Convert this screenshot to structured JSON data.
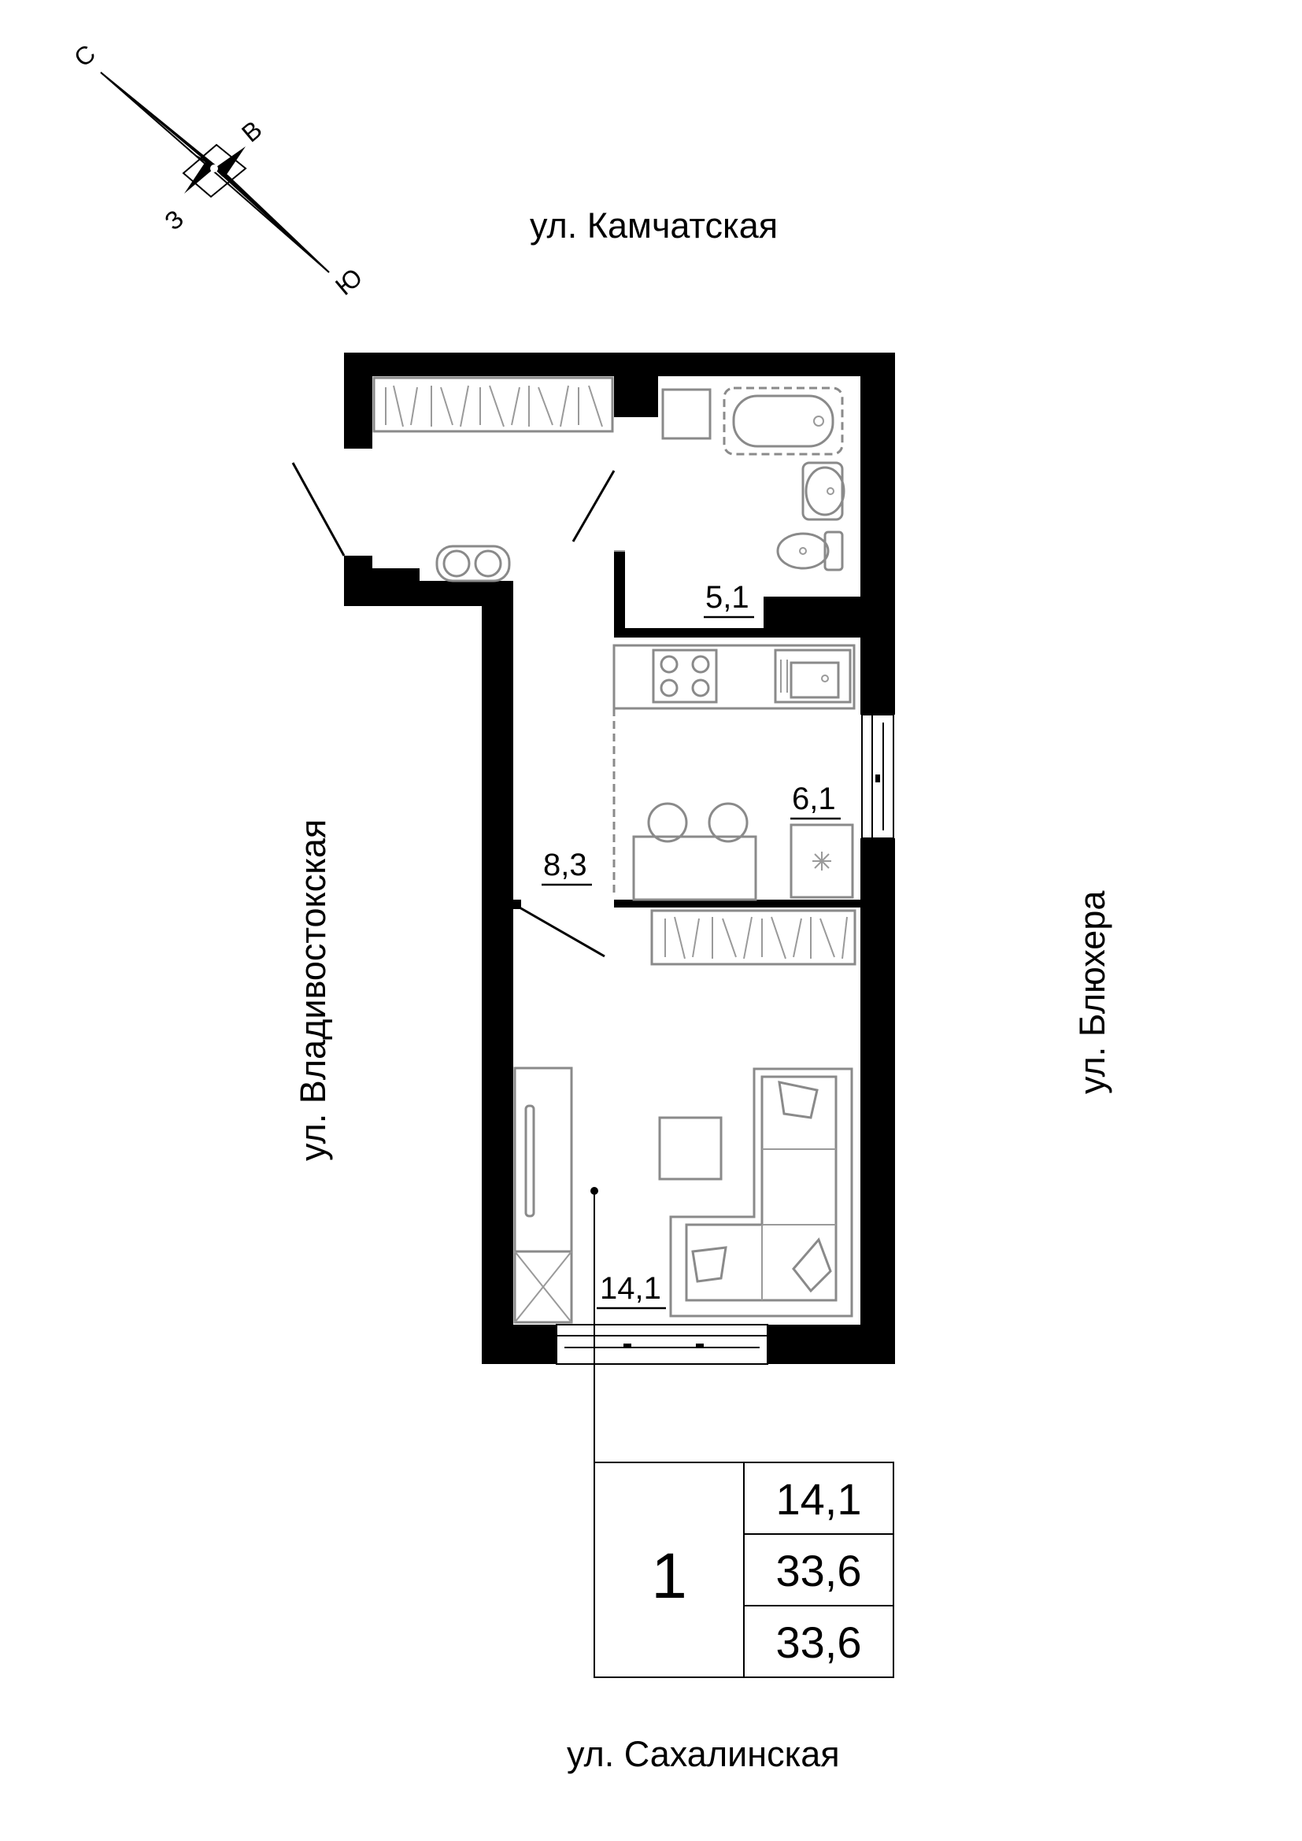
{
  "compass": {
    "north": "С",
    "east": "В",
    "west": "З",
    "south": "Ю"
  },
  "streets": {
    "top": "ул. Камчатская",
    "left": "ул. Владивостокская",
    "right": "ул. Блюхера",
    "bottom": "ул. Сахалинская"
  },
  "rooms": {
    "bathroom": "5,1",
    "kitchen": "6,1",
    "hallway": "8,3",
    "living": "14,1"
  },
  "summary": {
    "rooms_count": "1",
    "living_area": "14,1",
    "total_area": "33,6",
    "total_area_with_balcony": "33,6"
  }
}
